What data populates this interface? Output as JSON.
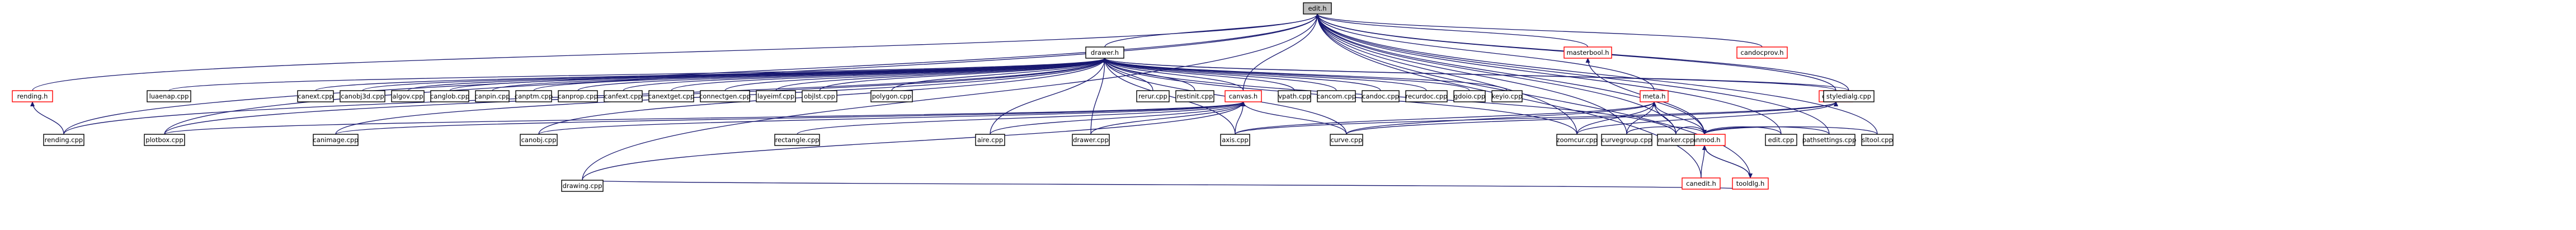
{
  "graph": {
    "nodes": [
      {
        "id": "root",
        "label": "edit.h",
        "kind": "root"
      },
      {
        "id": "drawerh",
        "label": "drawer.h",
        "kind": "normal"
      },
      {
        "id": "masterboolh",
        "label": "masterbool.h",
        "kind": "red"
      },
      {
        "id": "candocprovh",
        "label": "candocprov.h",
        "kind": "red"
      },
      {
        "id": "rendingh",
        "label": "rending.h",
        "kind": "red"
      },
      {
        "id": "canvash",
        "label": "canvas.h",
        "kind": "red"
      },
      {
        "id": "canamh",
        "label": "canam.h",
        "kind": "red"
      },
      {
        "id": "metah",
        "label": "meta.h",
        "kind": "red"
      },
      {
        "id": "canmodh",
        "label": "canmod.h",
        "kind": "red"
      },
      {
        "id": "caneditmh",
        "label": "canedit.h",
        "kind": "red"
      },
      {
        "id": "tooldlgh",
        "label": "tooldlg.h",
        "kind": "red"
      },
      {
        "id": "luaenap",
        "label": "luaenap.cpp",
        "kind": "normal"
      },
      {
        "id": "canext",
        "label": "canext.cpp",
        "kind": "normal"
      },
      {
        "id": "canobj3d",
        "label": "canobj3d.cpp",
        "kind": "normal"
      },
      {
        "id": "algov",
        "label": "algov.cpp",
        "kind": "normal"
      },
      {
        "id": "canglob",
        "label": "canglob.cpp",
        "kind": "normal"
      },
      {
        "id": "canpin",
        "label": "canpin.cpp",
        "kind": "normal"
      },
      {
        "id": "canptm",
        "label": "canptm.cpp",
        "kind": "normal"
      },
      {
        "id": "canprop",
        "label": "canprop.cpp",
        "kind": "normal"
      },
      {
        "id": "canfext",
        "label": "canfext.cpp",
        "kind": "normal"
      },
      {
        "id": "canextget",
        "label": "canextget.cpp",
        "kind": "normal"
      },
      {
        "id": "connectgen",
        "label": "connectgen.cpp",
        "kind": "normal"
      },
      {
        "id": "layeimf",
        "label": "layeimf.cpp",
        "kind": "normal"
      },
      {
        "id": "objlst",
        "label": "objlst.cpp",
        "kind": "normal"
      },
      {
        "id": "polygon",
        "label": "polygon.cpp",
        "kind": "normal"
      },
      {
        "id": "rerur",
        "label": "rerur.cpp",
        "kind": "normal"
      },
      {
        "id": "restinit",
        "label": "restinit.cpp",
        "kind": "normal"
      },
      {
        "id": "vpath",
        "label": "vpath.cpp",
        "kind": "normal"
      },
      {
        "id": "cancom",
        "label": "cancom.cpp",
        "kind": "normal"
      },
      {
        "id": "candoc",
        "label": "candoc.cpp",
        "kind": "normal"
      },
      {
        "id": "recurdoc",
        "label": "recurdoc.cpp",
        "kind": "normal"
      },
      {
        "id": "gdoio",
        "label": "gdoio.cpp",
        "kind": "normal"
      },
      {
        "id": "keyio",
        "label": "keyio.cpp",
        "kind": "normal"
      },
      {
        "id": "styledialg",
        "label": "styledialg.cpp",
        "kind": "normal"
      },
      {
        "id": "rending",
        "label": "rending.cpp",
        "kind": "normal"
      },
      {
        "id": "plotbox",
        "label": "plotbox.cpp",
        "kind": "normal"
      },
      {
        "id": "canimage",
        "label": "canimage.cpp",
        "kind": "normal"
      },
      {
        "id": "canobj",
        "label": "canobj.cpp",
        "kind": "normal"
      },
      {
        "id": "rectangle",
        "label": "rectangle.cpp",
        "kind": "normal"
      },
      {
        "id": "aire",
        "label": "aire.cpp",
        "kind": "normal"
      },
      {
        "id": "drawer",
        "label": "drawer.cpp",
        "kind": "normal"
      },
      {
        "id": "axis",
        "label": "axis.cpp",
        "kind": "normal"
      },
      {
        "id": "curve",
        "label": "curve.cpp",
        "kind": "normal"
      },
      {
        "id": "zoomcur",
        "label": "zoomcur.cpp",
        "kind": "normal"
      },
      {
        "id": "curvegroup",
        "label": "curvegroup.cpp",
        "kind": "normal"
      },
      {
        "id": "marker",
        "label": "marker.cpp",
        "kind": "normal"
      },
      {
        "id": "edit",
        "label": "edit.cpp",
        "kind": "normal"
      },
      {
        "id": "pathsettings",
        "label": "pathsettings.cpp",
        "kind": "normal"
      },
      {
        "id": "sltool",
        "label": "sltool.cpp",
        "kind": "normal"
      },
      {
        "id": "drawing",
        "label": "drawing.cpp",
        "kind": "normal"
      }
    ],
    "edges": [
      [
        "drawerh",
        "root"
      ],
      [
        "masterboolh",
        "root"
      ],
      [
        "candocprovh",
        "root"
      ],
      [
        "rendingh",
        "root"
      ],
      [
        "canvash",
        "root"
      ],
      [
        "canamh",
        "root"
      ],
      [
        "metah",
        "root"
      ],
      [
        "canmodh",
        "root"
      ],
      [
        "tooldlgh",
        "root"
      ],
      [
        "caneditmh",
        "root"
      ],
      [
        "styledialg",
        "root"
      ],
      [
        "plotbox",
        "root"
      ],
      [
        "rending",
        "root"
      ],
      [
        "zoomcur",
        "root"
      ],
      [
        "curvegroup",
        "root"
      ],
      [
        "marker",
        "root"
      ],
      [
        "edit",
        "root"
      ],
      [
        "pathsettings",
        "root"
      ],
      [
        "sltool",
        "root"
      ],
      [
        "drawing",
        "root"
      ],
      [
        "luaenap",
        "drawerh"
      ],
      [
        "canext",
        "drawerh"
      ],
      [
        "canobj3d",
        "drawerh"
      ],
      [
        "algov",
        "drawerh"
      ],
      [
        "canglob",
        "drawerh"
      ],
      [
        "canpin",
        "drawerh"
      ],
      [
        "canptm",
        "drawerh"
      ],
      [
        "canprop",
        "drawerh"
      ],
      [
        "canfext",
        "drawerh"
      ],
      [
        "canextget",
        "drawerh"
      ],
      [
        "connectgen",
        "drawerh"
      ],
      [
        "layeimf",
        "drawerh"
      ],
      [
        "objlst",
        "drawerh"
      ],
      [
        "polygon",
        "drawerh"
      ],
      [
        "rerur",
        "drawerh"
      ],
      [
        "restinit",
        "drawerh"
      ],
      [
        "vpath",
        "drawerh"
      ],
      [
        "cancom",
        "drawerh"
      ],
      [
        "candoc",
        "drawerh"
      ],
      [
        "recurdoc",
        "drawerh"
      ],
      [
        "gdoio",
        "drawerh"
      ],
      [
        "keyio",
        "drawerh"
      ],
      [
        "styledialg",
        "drawerh"
      ],
      [
        "plotbox",
        "drawerh"
      ],
      [
        "rending",
        "drawerh"
      ],
      [
        "canvash",
        "drawerh"
      ],
      [
        "canamh",
        "drawerh"
      ],
      [
        "aire",
        "drawerh"
      ],
      [
        "drawer",
        "drawerh"
      ],
      [
        "axis",
        "drawerh"
      ],
      [
        "curve",
        "drawerh"
      ],
      [
        "zoomcur",
        "drawerh"
      ],
      [
        "marker",
        "drawerh"
      ],
      [
        "canimage",
        "drawerh"
      ],
      [
        "canobj",
        "drawerh"
      ],
      [
        "rending",
        "rendingh"
      ],
      [
        "plotbox",
        "canvash"
      ],
      [
        "canimage",
        "canvash"
      ],
      [
        "canobj",
        "canvash"
      ],
      [
        "rectangle",
        "canvash"
      ],
      [
        "aire",
        "canvash"
      ],
      [
        "drawer",
        "canvash"
      ],
      [
        "axis",
        "canvash"
      ],
      [
        "curve",
        "canvash"
      ],
      [
        "drawing",
        "canvash"
      ],
      [
        "axis",
        "canamh"
      ],
      [
        "curve",
        "canamh"
      ],
      [
        "zoomcur",
        "canamh"
      ],
      [
        "curvegroup",
        "metah"
      ],
      [
        "marker",
        "metah"
      ],
      [
        "zoomcur",
        "metah"
      ],
      [
        "axis",
        "metah"
      ],
      [
        "curve",
        "metah"
      ],
      [
        "canmodh",
        "masterboolh"
      ],
      [
        "caneditmh",
        "canmodh"
      ],
      [
        "tooldlgh",
        "canmodh"
      ],
      [
        "edit",
        "canmodh"
      ],
      [
        "pathsettings",
        "canmodh"
      ],
      [
        "sltool",
        "canmodh"
      ],
      [
        "marker",
        "canmodh"
      ],
      [
        "curvegroup",
        "canmodh"
      ],
      [
        "metah",
        "canmodh"
      ],
      [
        "canmodh",
        "tooldlgh"
      ],
      [
        "drawing",
        "tooldlgh"
      ]
    ]
  }
}
